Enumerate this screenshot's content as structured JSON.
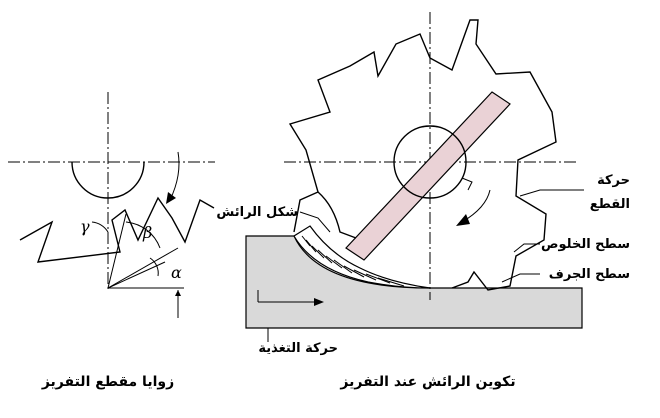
{
  "left_figure": {
    "caption": "زوايا مقطع التفريز",
    "angles": {
      "gamma": "γ",
      "beta": "β",
      "alpha": "α"
    }
  },
  "right_figure": {
    "caption": "تكوين الرائش عند التفريز",
    "labels": {
      "chip_shape": "شكل الرائش",
      "cutting_motion_1": "حركة",
      "cutting_motion_2": "القطع",
      "flank_surface": "سطح الخلوص",
      "rake_surface": "سطح الجرف",
      "feed_motion": "حركة التغذية"
    }
  },
  "colors": {
    "workpiece": "#d9d9d9",
    "arbor_band": "#ead2d6",
    "line": "#000000"
  }
}
